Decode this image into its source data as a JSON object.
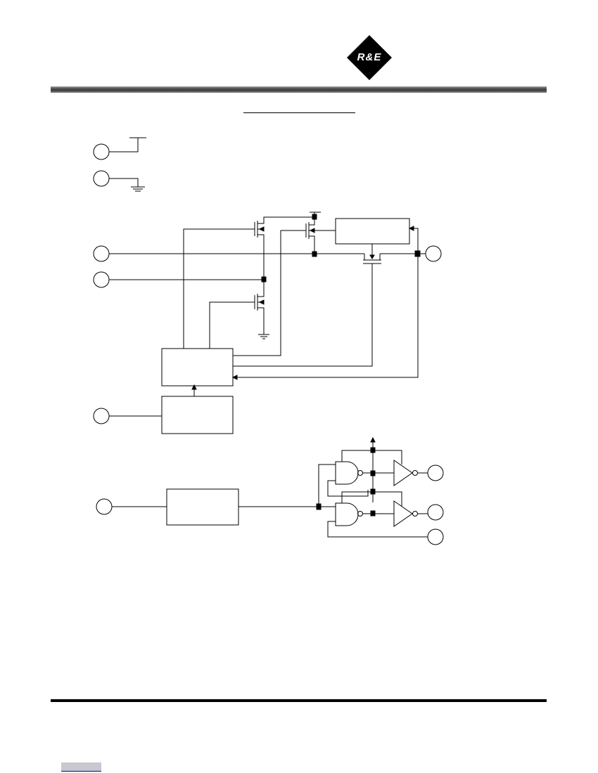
{
  "header": {
    "logo_text": "R&E",
    "logo_color": "#000000",
    "bar_color": "#3a3a3a"
  },
  "schematic": {
    "pins": [
      "pin",
      "pin",
      "pin",
      "pin",
      "pin",
      "pin",
      "pin",
      "pin",
      "pin",
      "pin",
      "pin"
    ],
    "line_color": "#000000"
  },
  "footer": {
    "rule_color": "#000000",
    "link_color": "#0000aa"
  }
}
